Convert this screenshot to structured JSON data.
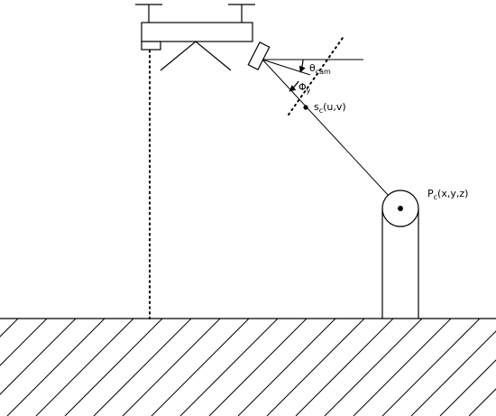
{
  "labels": {
    "theta": {
      "main": "θ",
      "sub": "cam"
    },
    "phi": {
      "main": "Φ",
      "sub": "y"
    },
    "image_point": {
      "main": "s",
      "sub": "c",
      "rest": "(u,v)"
    },
    "target_point": {
      "main": "P",
      "sub": "c",
      "rest": "(x,y,z)"
    }
  }
}
